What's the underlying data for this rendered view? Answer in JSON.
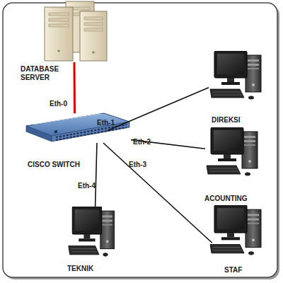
{
  "diagram": {
    "nodes": [
      {
        "text": [
          "DATABASE SERVER"
        ]
      },
      {
        "text": [
          "CISCO SWITCH"
        ]
      },
      {
        "text": [
          "DIREKSI"
        ]
      },
      {
        "text": [
          "ACOUNTING"
        ]
      },
      {
        "text": [
          "TEKNIK"
        ]
      },
      {
        "text": [
          "STAF"
        ]
      }
    ],
    "edges": [
      {
        "from": 0,
        "to": 1,
        "label": "Eth-0",
        "arrow": "none"
      },
      {
        "from": 1,
        "to": 2,
        "label": "Eth-1",
        "arrow": "none"
      },
      {
        "from": 1,
        "to": 3,
        "label": "Eth-2",
        "arrow": "none"
      },
      {
        "from": 1,
        "to": 5,
        "label": "Eth-3",
        "arrow": "none"
      },
      {
        "from": 1,
        "to": 4,
        "label": "Eth-4",
        "arrow": "none"
      }
    ]
  }
}
